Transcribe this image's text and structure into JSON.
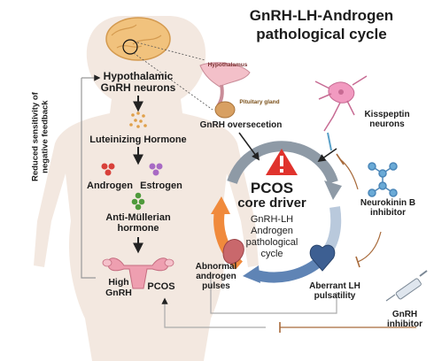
{
  "title": {
    "line1": "GnRH-LH-Androgen",
    "line2": "pathological cycle"
  },
  "body_labels": {
    "hypothalamic_line1": "Hypothalamic",
    "hypothalamic_line2": "GnRH neurons",
    "lh": "Luteinizing Hormone",
    "androgen": "Androgen",
    "estrogen": "Estrogen",
    "amh_line1": "Anti-Müllerian",
    "amh_line2": "hormone",
    "high_gnrh_line1": "High",
    "high_gnrh_line2": "GnRH",
    "pcos": "PCOS",
    "feedback_line1": "Reduced sensitivity of",
    "feedback_line2": "negative feedback"
  },
  "brain_labels": {
    "hypothalamus": "Hypothalamus",
    "pituitary": "Pituitary gland"
  },
  "cycle": {
    "gnrh_over": "GnRH oversecetion",
    "core_line1": "PCOS",
    "core_line2": "core driver",
    "sub_line1": "GnRH-LH",
    "sub_line2": "Androgen",
    "sub_line3": "pathological",
    "sub_line4": "cycle",
    "abnormal_line1": "Abnormal",
    "abnormal_line2": "androgen",
    "abnormal_line3": "pulses",
    "aberrant_line1": "Aberrant LH",
    "aberrant_line2": "pulsatility"
  },
  "right_labels": {
    "kiss_line1": "Kisspeptin",
    "kiss_line2": "neurons",
    "nkb_line1": "Neurokinin B",
    "nkb_line2": "inhibitor",
    "gnrh_inh_line1": "GnRH",
    "gnrh_inh_line2": "inhibitor"
  },
  "colors": {
    "arrow_gray": "#8e9aa6",
    "arrow_orange": "#f08a3c",
    "arrow_blue": "#5f84b5",
    "inhibit_brown": "#a86a3a",
    "warning_red": "#e0332d",
    "body_skin": "#f1e4db"
  },
  "icons": [
    "warning-icon",
    "brain-icon",
    "neuron-icon",
    "molecule-icon",
    "syringe-icon",
    "uterus-icon",
    "heart-icon",
    "kidney-icon"
  ]
}
